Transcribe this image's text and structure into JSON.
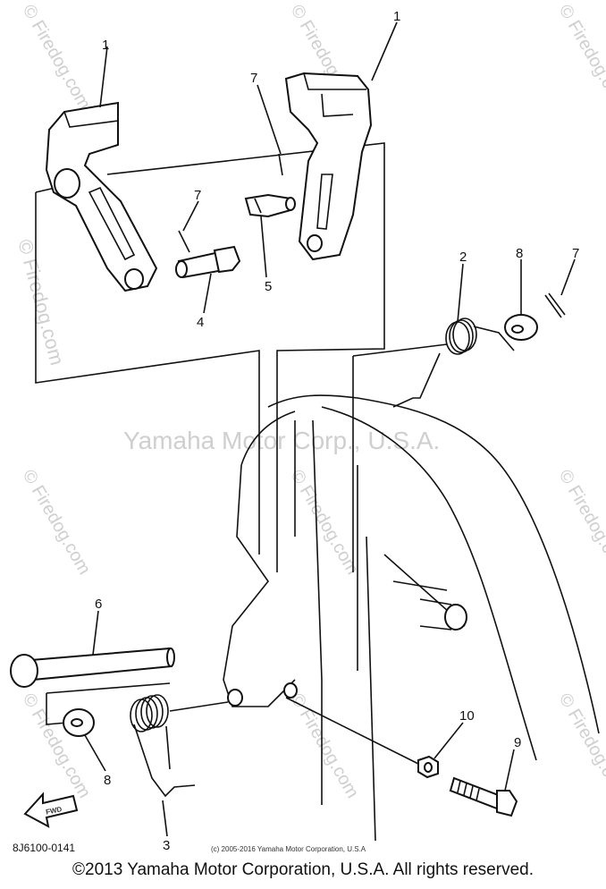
{
  "part_numbers": {
    "lever_left": "1",
    "lever_right": "1",
    "spring_upper": "2",
    "spring_lower": "3",
    "pin_short": "4",
    "pin_clevis": "5",
    "pin_long": "6",
    "cotter_pin_a": "7",
    "cotter_pin_b": "7",
    "cotter_pin_c": "7",
    "washer_upper": "8",
    "washer_lower": "8",
    "bolt": "9",
    "nut": "10"
  },
  "fwd_label": "FWD",
  "diagram_code": "8J6100-0141",
  "small_copyright": "(c) 2005-2016 Yamaha Motor Corporation, U.S.A",
  "watermark_center": "Yamaha Motor Corp., U.S.A.",
  "watermark_site": "© Firedog.com",
  "copyright": "©2013 Yamaha Motor Corporation, U.S.A. All rights reserved."
}
